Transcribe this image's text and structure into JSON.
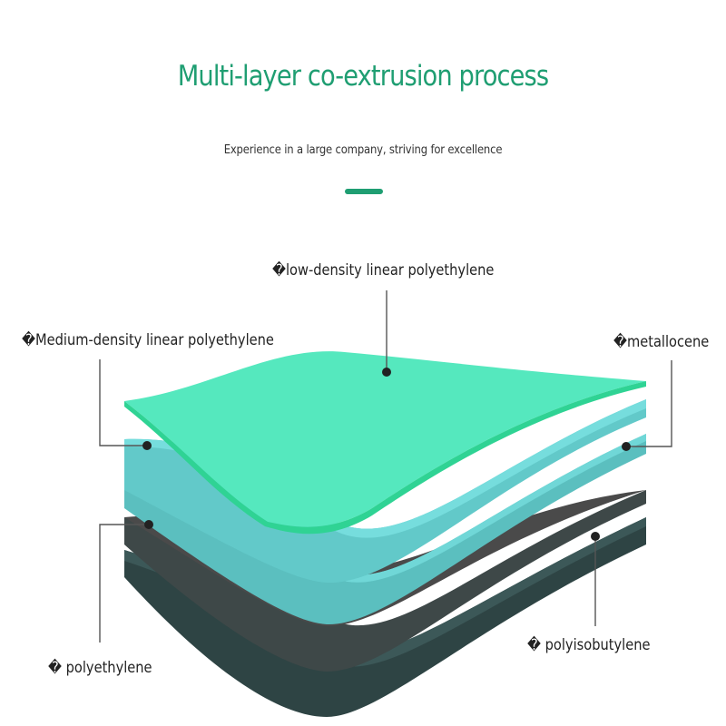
{
  "header": {
    "title": "Multi-layer co-extrusion process",
    "subtitle": "Experience in a large company, striving for excellence"
  },
  "colors": {
    "accent": "#1f9e72",
    "layer_top": "#55e8be",
    "layer_top_edge": "#2fd394",
    "layer_mid": "#5bbfbf",
    "layer_mid_edge": "#70d7d7",
    "layer_dark": "#3e4848",
    "layer_bottom": "#2e4444",
    "line": "#555555"
  },
  "labels": {
    "low_density": "�low-density linear polyethylene",
    "medium_density": "�Medium-density linear polyethylene",
    "metallocene": "�metallocene",
    "polyethylene": "� polyethylene",
    "polyisobutylene": "� polyisobutylene"
  }
}
